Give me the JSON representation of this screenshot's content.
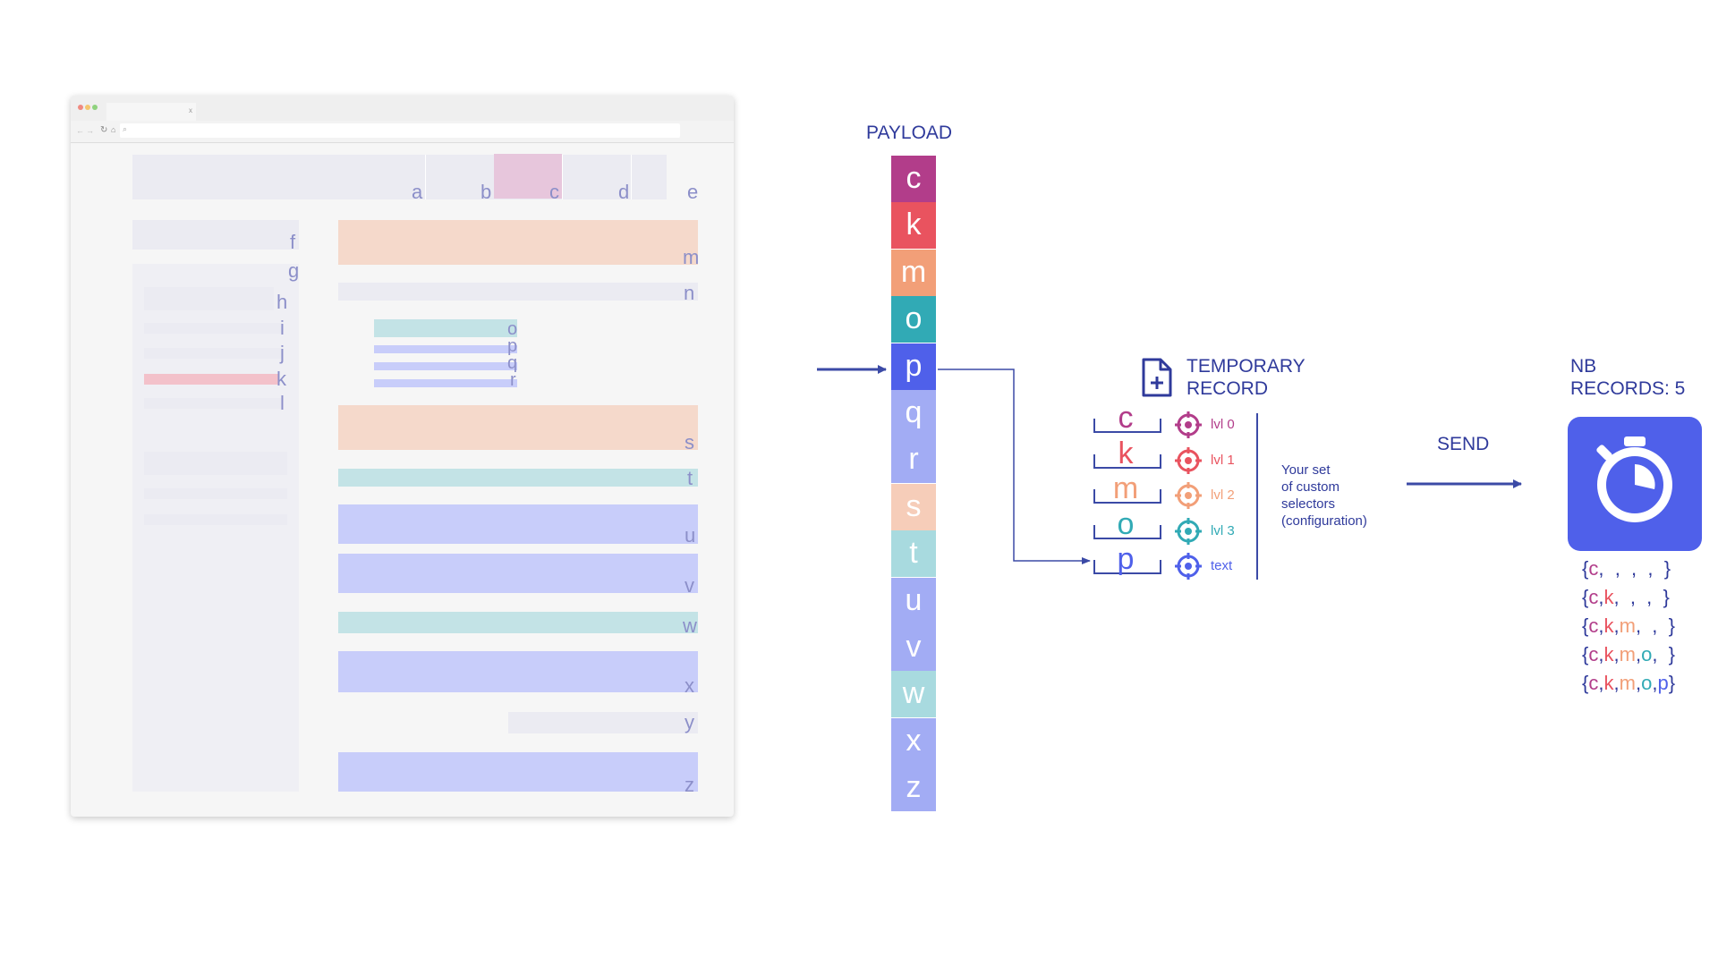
{
  "browser": {
    "tab_close": "x",
    "letters": [
      "a",
      "b",
      "c",
      "d",
      "e",
      "f",
      "g",
      "h",
      "i",
      "j",
      "k",
      "l",
      "m",
      "n",
      "o",
      "p",
      "q",
      "r",
      "s",
      "t",
      "u",
      "v",
      "w",
      "x",
      "y",
      "z"
    ]
  },
  "payload": {
    "title": "PAYLOAD",
    "cells": [
      {
        "letter": "c",
        "color": "#b23d8a"
      },
      {
        "letter": "k",
        "color": "#e9535f"
      },
      {
        "letter": "m",
        "color": "#f29f78"
      },
      {
        "letter": "o",
        "color": "#31aab5"
      },
      {
        "letter": "p",
        "color": "#4f60ea"
      },
      {
        "letter": "q",
        "color": "#a2acf4"
      },
      {
        "letter": "r",
        "color": "#a2acf4"
      },
      {
        "letter": "s",
        "color": "#f6cdb9"
      },
      {
        "letter": "t",
        "color": "#a8dadf"
      },
      {
        "letter": "u",
        "color": "#a2acf4"
      },
      {
        "letter": "v",
        "color": "#a2acf4"
      },
      {
        "letter": "w",
        "color": "#a8dadf"
      },
      {
        "letter": "x",
        "color": "#a2acf4"
      },
      {
        "letter": "z",
        "color": "#a2acf4"
      }
    ]
  },
  "temporary_record": {
    "title_line1": "TEMPORARY",
    "title_line2": "RECORD",
    "icon": "file-plus-icon",
    "selectors": [
      {
        "letter": "c",
        "level": "lvl 0",
        "color": "#b23d8a"
      },
      {
        "letter": "k",
        "level": "lvl 1",
        "color": "#e9535f"
      },
      {
        "letter": "m",
        "level": "lvl 2",
        "color": "#f29f78"
      },
      {
        "letter": "o",
        "level": "lvl 3",
        "color": "#31aab5"
      },
      {
        "letter": "p",
        "level": "text",
        "color": "#4f60ea"
      }
    ],
    "note_line1": "Your set",
    "note_line2": "of custom",
    "note_line3": "selectors",
    "note_line4": "(configuration)"
  },
  "send": {
    "label": "SEND"
  },
  "records": {
    "title_line1": "NB",
    "title_line2": "RECORDS: 5",
    "icon": "stopwatch-icon",
    "accent": "#4f60ea",
    "lines": [
      [
        {
          "t": "{",
          "c": "#2f3a9b"
        },
        {
          "t": "c",
          "c": "#b23d8a"
        },
        {
          "t": ",  ,  ,  ,  }",
          "c": "#2f3a9b"
        }
      ],
      [
        {
          "t": "{",
          "c": "#2f3a9b"
        },
        {
          "t": "c",
          "c": "#b23d8a"
        },
        {
          "t": ",",
          "c": "#2f3a9b"
        },
        {
          "t": "k",
          "c": "#e9535f"
        },
        {
          "t": ",  ,  ,  }",
          "c": "#2f3a9b"
        }
      ],
      [
        {
          "t": "{",
          "c": "#2f3a9b"
        },
        {
          "t": "c",
          "c": "#b23d8a"
        },
        {
          "t": ",",
          "c": "#2f3a9b"
        },
        {
          "t": "k",
          "c": "#e9535f"
        },
        {
          "t": ",",
          "c": "#2f3a9b"
        },
        {
          "t": "m",
          "c": "#f29f78"
        },
        {
          "t": ",  ,  }",
          "c": "#2f3a9b"
        }
      ],
      [
        {
          "t": "{",
          "c": "#2f3a9b"
        },
        {
          "t": "c",
          "c": "#b23d8a"
        },
        {
          "t": ",",
          "c": "#2f3a9b"
        },
        {
          "t": "k",
          "c": "#e9535f"
        },
        {
          "t": ",",
          "c": "#2f3a9b"
        },
        {
          "t": "m",
          "c": "#f29f78"
        },
        {
          "t": ",",
          "c": "#2f3a9b"
        },
        {
          "t": "o",
          "c": "#31aab5"
        },
        {
          "t": ",  }",
          "c": "#2f3a9b"
        }
      ],
      [
        {
          "t": "{",
          "c": "#2f3a9b"
        },
        {
          "t": "c",
          "c": "#b23d8a"
        },
        {
          "t": ",",
          "c": "#2f3a9b"
        },
        {
          "t": "k",
          "c": "#e9535f"
        },
        {
          "t": ",",
          "c": "#2f3a9b"
        },
        {
          "t": "m",
          "c": "#f29f78"
        },
        {
          "t": ",",
          "c": "#2f3a9b"
        },
        {
          "t": "o",
          "c": "#31aab5"
        },
        {
          "t": ",",
          "c": "#2f3a9b"
        },
        {
          "t": "p",
          "c": "#4f60ea"
        },
        {
          "t": "}",
          "c": "#2f3a9b"
        }
      ]
    ]
  }
}
